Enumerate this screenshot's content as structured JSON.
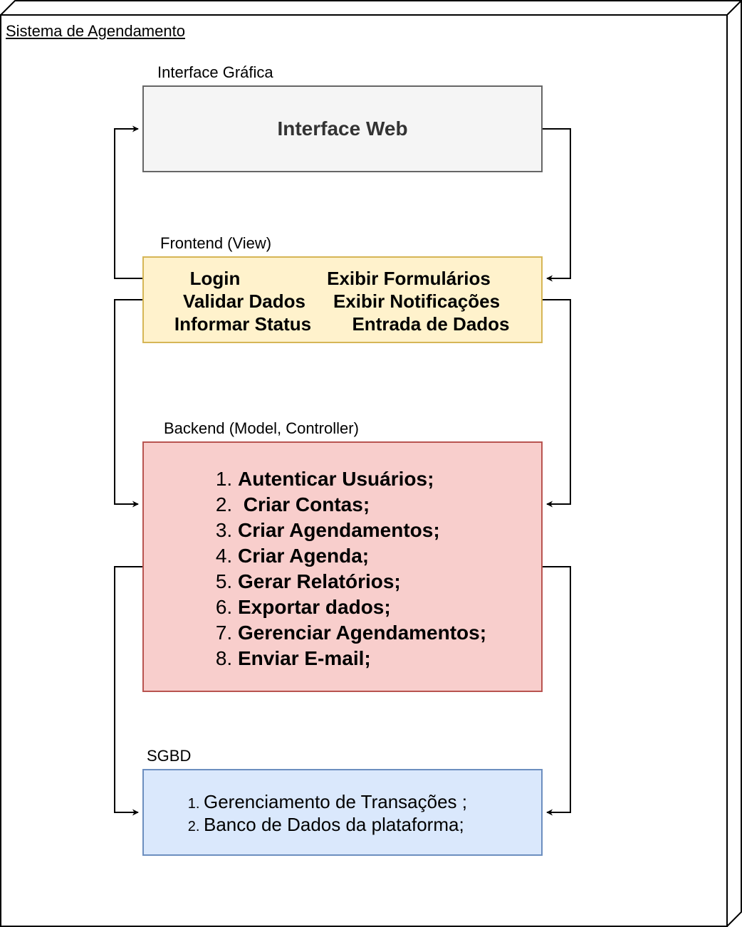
{
  "node": {
    "title": "Sistema de Agendamento"
  },
  "interface": {
    "label": "Interface Gráfica",
    "title": "Interface Web"
  },
  "frontend": {
    "label": "Frontend (View)",
    "items": [
      "Login",
      "Exibir Formulários",
      "Validar Dados",
      "Exibir Notificações",
      "Informar Status",
      "Entrada de Dados"
    ]
  },
  "backend": {
    "label": "Backend (Model, Controller)",
    "items": [
      "Autenticar Usuários;",
      " Criar Contas;",
      "Criar Agendamentos;",
      "Criar Agenda;",
      "Gerar Relatórios;",
      "Exportar dados;",
      "Gerenciar Agendamentos;",
      "Enviar E-mail;"
    ]
  },
  "sgbd": {
    "label": "SGBD",
    "items": [
      "Gerenciamento de Transações ;",
      "Banco de Dados da plataforma;"
    ]
  },
  "colors": {
    "interface_fill": "#f5f5f5",
    "interface_stroke": "#666666",
    "frontend_fill": "#fff2cc",
    "frontend_stroke": "#d6b656",
    "backend_fill": "#f8cecc",
    "backend_stroke": "#b85450",
    "sgbd_fill": "#dae8fc",
    "sgbd_stroke": "#6c8ebf"
  }
}
